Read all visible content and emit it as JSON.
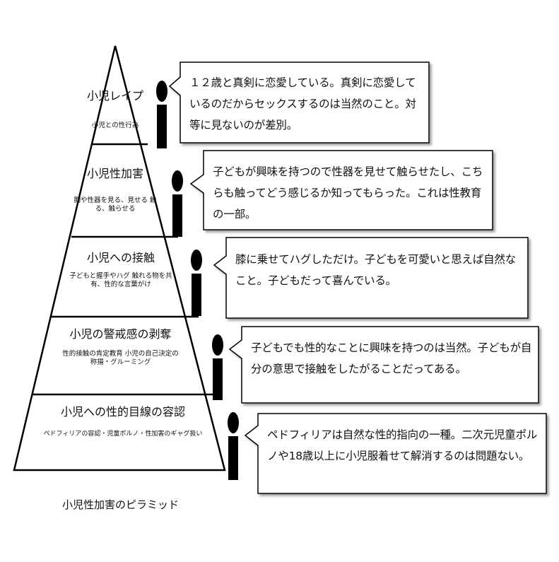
{
  "caption": "小児性加害のピラミッド",
  "levels": [
    {
      "title": "小児レイプ",
      "desc": "小児との性行為",
      "quote": "１２歳と真剣に恋愛している。真剣に恋愛しているのだからセックスするのは当然のこと。対等に見ないのが差別。"
    },
    {
      "title": "小児性加害",
      "desc": "胸や性器を見る、見せる 触る、触らせる",
      "quote": "子どもが興味を持つので性器を見せて触らせたし、こちらも触ってどう感じるか知ってもらった。これは性教育の一部。"
    },
    {
      "title": "小児への接触",
      "desc": "子どもと握手やハグ 触れる物を共有、性的な言葉がけ",
      "quote": "膝に乗せてハグしただけ。子どもを可愛いと思えば自然なこと。子どもだって喜んでいる。"
    },
    {
      "title": "小児の警戒感の剥奪",
      "desc": "性的接触の肯定教育 小児の自己決定の称揚・グルーミング",
      "quote": "子どもでも性的なことに興味を持つのは当然。子どもが自分の意思で接触をしたがることだってある。"
    },
    {
      "title": "小児への性的目線の容認",
      "desc": "ペドフィリアの容認・児童ポルノ・性加害のギャグ扱い",
      "quote": "ペドフィリアは自然な性的指向の一種。二次元児童ポルノや18歳以上に小児服着せて解消するのは問題ない。"
    }
  ],
  "colors": {
    "stroke": "#000000",
    "figure": "#000000",
    "text": "#111111"
  }
}
